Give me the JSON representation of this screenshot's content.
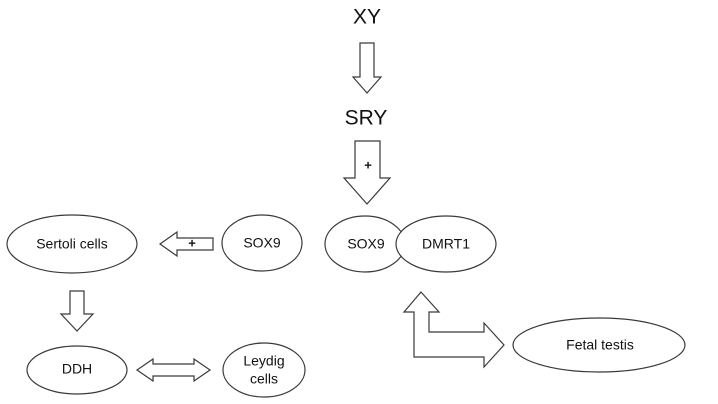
{
  "labels": {
    "xy": "XY",
    "sry": "SRY",
    "sox9_left": "SOX9",
    "sox9_right": "SOX9",
    "dmrt1": "DMRT1",
    "sertoli": "Sertoli cells",
    "ddh": "DDH",
    "leydig_line1": "Leydig",
    "leydig_line2": "cells",
    "fetal_testis": "Fetal testis"
  },
  "signs": {
    "sry_to_sox9": "+",
    "sox9_to_sertoli": "+"
  },
  "colors": {
    "outline": "#3a3a3a",
    "fill": "#ffffff",
    "text": "#111111"
  }
}
